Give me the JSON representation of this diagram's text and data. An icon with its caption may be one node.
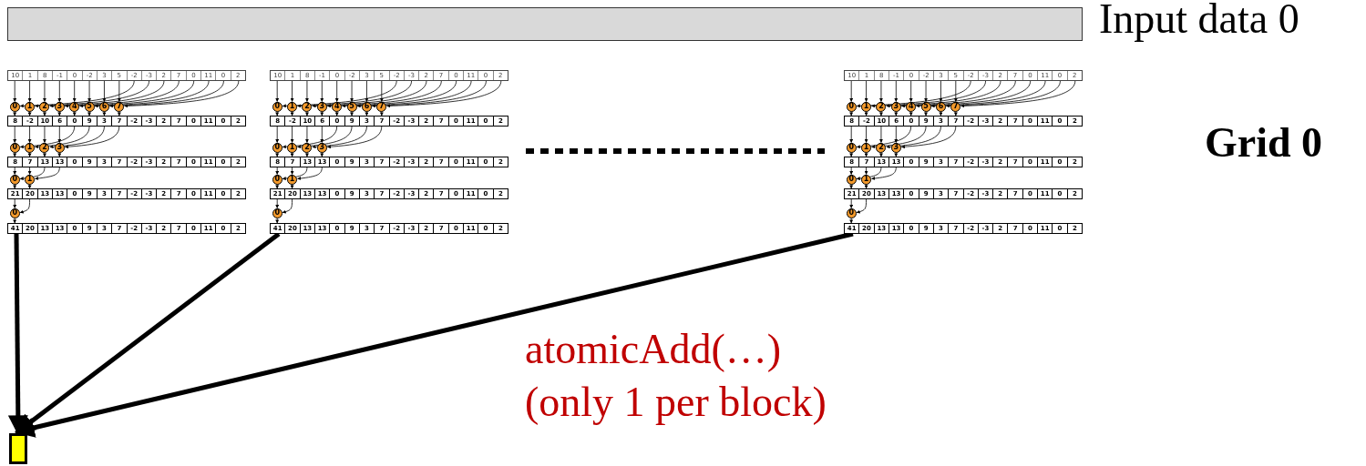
{
  "diagram": {
    "nodes": [
      {
        "text": [],
        "shape": "bar",
        "beside": [
          "Input data 0"
        ]
      },
      {
        "text": [
          "10",
          "1",
          "8",
          "-1",
          "0",
          "-2",
          "3",
          "5",
          "-2",
          "-3",
          "2",
          "7",
          "0",
          "11",
          "0",
          "2"
        ]
      },
      {
        "text": [
          "0"
        ]
      },
      {
        "text": [
          "1"
        ]
      },
      {
        "text": [
          "2"
        ]
      },
      {
        "text": [
          "3"
        ]
      },
      {
        "text": [
          "4"
        ]
      },
      {
        "text": [
          "5"
        ]
      },
      {
        "text": [
          "6"
        ]
      },
      {
        "text": [
          "7"
        ]
      },
      {
        "text": [
          "8",
          "-2",
          "10",
          "6",
          "0",
          "9",
          "3",
          "7",
          "-2",
          "-3",
          "2",
          "7",
          "0",
          "11",
          "0",
          "2"
        ]
      },
      {
        "text": [
          "0"
        ]
      },
      {
        "text": [
          "1"
        ]
      },
      {
        "text": [
          "2"
        ]
      },
      {
        "text": [
          "3"
        ]
      },
      {
        "text": [
          "8",
          "7",
          "13",
          "13",
          "0",
          "9",
          "3",
          "7",
          "-2",
          "-3",
          "2",
          "7",
          "0",
          "11",
          "0",
          "2"
        ]
      },
      {
        "text": [
          "0"
        ]
      },
      {
        "text": [
          "1"
        ]
      },
      {
        "text": [
          "21",
          "20",
          "13",
          "13",
          "0",
          "9",
          "3",
          "7",
          "-2",
          "-3",
          "2",
          "7",
          "0",
          "11",
          "0",
          "2"
        ]
      },
      {
        "text": [
          "0"
        ]
      },
      {
        "text": [
          "41",
          "20",
          "13",
          "13",
          "0",
          "9",
          "3",
          "7",
          "-2",
          "-3",
          "2",
          "7",
          "0",
          "11",
          "0",
          "2"
        ]
      },
      {
        "text": [
          "10",
          "1",
          "8",
          "-1",
          "0",
          "-2",
          "3",
          "5",
          "-2",
          "-3",
          "2",
          "7",
          "0",
          "11",
          "0",
          "2"
        ]
      },
      {
        "text": [
          "0"
        ]
      },
      {
        "text": [
          "1"
        ]
      },
      {
        "text": [
          "2"
        ]
      },
      {
        "text": [
          "3"
        ]
      },
      {
        "text": [
          "4"
        ]
      },
      {
        "text": [
          "5"
        ]
      },
      {
        "text": [
          "6"
        ]
      },
      {
        "text": [
          "7"
        ]
      },
      {
        "text": [
          "8",
          "-2",
          "10",
          "6",
          "0",
          "9",
          "3",
          "7",
          "-2",
          "-3",
          "2",
          "7",
          "0",
          "11",
          "0",
          "2"
        ]
      },
      {
        "text": [
          "0"
        ]
      },
      {
        "text": [
          "1"
        ]
      },
      {
        "text": [
          "2"
        ]
      },
      {
        "text": [
          "3"
        ]
      },
      {
        "text": [
          "8",
          "7",
          "13",
          "13",
          "0",
          "9",
          "3",
          "7",
          "-2",
          "-3",
          "2",
          "7",
          "0",
          "11",
          "0",
          "2"
        ]
      },
      {
        "text": [
          "0"
        ]
      },
      {
        "text": [
          "1"
        ]
      },
      {
        "text": [
          "21",
          "20",
          "13",
          "13",
          "0",
          "9",
          "3",
          "7",
          "-2",
          "-3",
          "2",
          "7",
          "0",
          "11",
          "0",
          "2"
        ]
      },
      {
        "text": [
          "0"
        ]
      },
      {
        "text": [
          "41",
          "20",
          "13",
          "13",
          "0",
          "9",
          "3",
          "7",
          "-2",
          "-3",
          "2",
          "7",
          "0",
          "11",
          "0",
          "2"
        ]
      },
      {
        "text": [
          "10",
          "1",
          "8",
          "-1",
          "0",
          "-2",
          "3",
          "5",
          "-2",
          "-3",
          "2",
          "7",
          "0",
          "11",
          "0",
          "2"
        ]
      },
      {
        "text": [
          "0"
        ]
      },
      {
        "text": [
          "1"
        ]
      },
      {
        "text": [
          "2"
        ]
      },
      {
        "text": [
          "3"
        ]
      },
      {
        "text": [
          "4"
        ]
      },
      {
        "text": [
          "5"
        ]
      },
      {
        "text": [
          "6"
        ]
      },
      {
        "text": [
          "7"
        ]
      },
      {
        "text": [
          "8",
          "-2",
          "10",
          "6",
          "0",
          "9",
          "3",
          "7",
          "-2",
          "-3",
          "2",
          "7",
          "0",
          "11",
          "0",
          "2"
        ]
      },
      {
        "text": [
          "0"
        ]
      },
      {
        "text": [
          "1"
        ]
      },
      {
        "text": [
          "2"
        ]
      },
      {
        "text": [
          "3"
        ]
      },
      {
        "text": [
          "8",
          "7",
          "13",
          "13",
          "0",
          "9",
          "3",
          "7",
          "-2",
          "-3",
          "2",
          "7",
          "0",
          "11",
          "0",
          "2"
        ]
      },
      {
        "text": [
          "0"
        ]
      },
      {
        "text": [
          "1"
        ]
      },
      {
        "text": [
          "21",
          "20",
          "13",
          "13",
          "0",
          "9",
          "3",
          "7",
          "-2",
          "-3",
          "2",
          "7",
          "0",
          "11",
          "0",
          "2"
        ]
      },
      {
        "text": [
          "0"
        ]
      },
      {
        "text": [
          "41",
          "20",
          "13",
          "13",
          "0",
          "9",
          "3",
          "7",
          "-2",
          "-3",
          "2",
          "7",
          "0",
          "11",
          "0",
          "2"
        ]
      },
      {
        "text": [],
        "shape": "box"
      }
    ],
    "edges": [
      {
        "from": 1,
        "to": 2,
        "arrow": "to"
      },
      {
        "from": 1,
        "to": 2,
        "arrow": "to"
      },
      {
        "from": 2,
        "to": 10,
        "arrow": "to"
      },
      {
        "from": 1,
        "to": 3,
        "arrow": "to"
      },
      {
        "from": 1,
        "to": 3,
        "arrow": "to"
      },
      {
        "from": 3,
        "to": 10,
        "arrow": "to"
      },
      {
        "from": 1,
        "to": 4,
        "arrow": "to"
      },
      {
        "from": 1,
        "to": 4,
        "arrow": "to"
      },
      {
        "from": 4,
        "to": 10,
        "arrow": "to"
      },
      {
        "from": 1,
        "to": 5,
        "arrow": "to"
      },
      {
        "from": 1,
        "to": 5,
        "arrow": "to"
      },
      {
        "from": 5,
        "to": 10,
        "arrow": "to"
      },
      {
        "from": 1,
        "to": 6,
        "arrow": "to"
      },
      {
        "from": 1,
        "to": 6,
        "arrow": "to"
      },
      {
        "from": 6,
        "to": 10,
        "arrow": "to"
      },
      {
        "from": 1,
        "to": 7,
        "arrow": "to"
      },
      {
        "from": 1,
        "to": 7,
        "arrow": "to"
      },
      {
        "from": 7,
        "to": 10,
        "arrow": "to"
      },
      {
        "from": 1,
        "to": 8,
        "arrow": "to"
      },
      {
        "from": 1,
        "to": 8,
        "arrow": "to"
      },
      {
        "from": 8,
        "to": 10,
        "arrow": "to"
      },
      {
        "from": 1,
        "to": 9,
        "arrow": "to"
      },
      {
        "from": 1,
        "to": 9,
        "arrow": "to"
      },
      {
        "from": 9,
        "to": 10,
        "arrow": "to"
      },
      {
        "from": 10,
        "to": 11,
        "arrow": "to"
      },
      {
        "from": 10,
        "to": 11,
        "arrow": "to"
      },
      {
        "from": 11,
        "to": 15,
        "arrow": "to"
      },
      {
        "from": 10,
        "to": 12,
        "arrow": "to"
      },
      {
        "from": 10,
        "to": 12,
        "arrow": "to"
      },
      {
        "from": 12,
        "to": 15,
        "arrow": "to"
      },
      {
        "from": 10,
        "to": 13,
        "arrow": "to"
      },
      {
        "from": 10,
        "to": 13,
        "arrow": "to"
      },
      {
        "from": 13,
        "to": 15,
        "arrow": "to"
      },
      {
        "from": 10,
        "to": 14,
        "arrow": "to"
      },
      {
        "from": 10,
        "to": 14,
        "arrow": "to"
      },
      {
        "from": 14,
        "to": 15,
        "arrow": "to"
      },
      {
        "from": 15,
        "to": 16,
        "arrow": "to"
      },
      {
        "from": 15,
        "to": 16,
        "arrow": "to"
      },
      {
        "from": 16,
        "to": 18,
        "arrow": "to"
      },
      {
        "from": 15,
        "to": 17,
        "arrow": "to"
      },
      {
        "from": 15,
        "to": 17,
        "arrow": "to"
      },
      {
        "from": 17,
        "to": 18,
        "arrow": "to"
      },
      {
        "from": 18,
        "to": 19,
        "arrow": "to"
      },
      {
        "from": 18,
        "to": 19,
        "arrow": "to"
      },
      {
        "from": 19,
        "to": 20,
        "arrow": "to"
      },
      {
        "from": 21,
        "to": 22,
        "arrow": "to"
      },
      {
        "from": 21,
        "to": 22,
        "arrow": "to"
      },
      {
        "from": 22,
        "to": 30,
        "arrow": "to"
      },
      {
        "from": 21,
        "to": 23,
        "arrow": "to"
      },
      {
        "from": 21,
        "to": 23,
        "arrow": "to"
      },
      {
        "from": 23,
        "to": 30,
        "arrow": "to"
      },
      {
        "from": 21,
        "to": 24,
        "arrow": "to"
      },
      {
        "from": 21,
        "to": 24,
        "arrow": "to"
      },
      {
        "from": 24,
        "to": 30,
        "arrow": "to"
      },
      {
        "from": 21,
        "to": 25,
        "arrow": "to"
      },
      {
        "from": 21,
        "to": 25,
        "arrow": "to"
      },
      {
        "from": 25,
        "to": 30,
        "arrow": "to"
      },
      {
        "from": 21,
        "to": 26,
        "arrow": "to"
      },
      {
        "from": 21,
        "to": 26,
        "arrow": "to"
      },
      {
        "from": 26,
        "to": 30,
        "arrow": "to"
      },
      {
        "from": 21,
        "to": 27,
        "arrow": "to"
      },
      {
        "from": 21,
        "to": 27,
        "arrow": "to"
      },
      {
        "from": 27,
        "to": 30,
        "arrow": "to"
      },
      {
        "from": 21,
        "to": 28,
        "arrow": "to"
      },
      {
        "from": 21,
        "to": 28,
        "arrow": "to"
      },
      {
        "from": 28,
        "to": 30,
        "arrow": "to"
      },
      {
        "from": 21,
        "to": 29,
        "arrow": "to"
      },
      {
        "from": 21,
        "to": 29,
        "arrow": "to"
      },
      {
        "from": 29,
        "to": 30,
        "arrow": "to"
      },
      {
        "from": 30,
        "to": 31,
        "arrow": "to"
      },
      {
        "from": 30,
        "to": 31,
        "arrow": "to"
      },
      {
        "from": 31,
        "to": 35,
        "arrow": "to"
      },
      {
        "from": 30,
        "to": 32,
        "arrow": "to"
      },
      {
        "from": 30,
        "to": 32,
        "arrow": "to"
      },
      {
        "from": 32,
        "to": 35,
        "arrow": "to"
      },
      {
        "from": 30,
        "to": 33,
        "arrow": "to"
      },
      {
        "from": 30,
        "to": 33,
        "arrow": "to"
      },
      {
        "from": 33,
        "to": 35,
        "arrow": "to"
      },
      {
        "from": 30,
        "to": 34,
        "arrow": "to"
      },
      {
        "from": 30,
        "to": 34,
        "arrow": "to"
      },
      {
        "from": 34,
        "to": 35,
        "arrow": "to"
      },
      {
        "from": 35,
        "to": 36,
        "arrow": "to"
      },
      {
        "from": 35,
        "to": 36,
        "arrow": "to"
      },
      {
        "from": 36,
        "to": 38,
        "arrow": "to"
      },
      {
        "from": 35,
        "to": 37,
        "arrow": "to"
      },
      {
        "from": 35,
        "to": 37,
        "arrow": "to"
      },
      {
        "from": 37,
        "to": 38,
        "arrow": "to"
      },
      {
        "from": 38,
        "to": 39,
        "arrow": "to"
      },
      {
        "from": 38,
        "to": 39,
        "arrow": "to"
      },
      {
        "from": 39,
        "to": 40,
        "arrow": "to"
      },
      {
        "from": 41,
        "to": 42,
        "arrow": "to"
      },
      {
        "from": 41,
        "to": 42,
        "arrow": "to"
      },
      {
        "from": 42,
        "to": 50,
        "arrow": "to"
      },
      {
        "from": 41,
        "to": 43,
        "arrow": "to"
      },
      {
        "from": 41,
        "to": 43,
        "arrow": "to"
      },
      {
        "from": 43,
        "to": 50,
        "arrow": "to"
      },
      {
        "from": 41,
        "to": 44,
        "arrow": "to"
      },
      {
        "from": 41,
        "to": 44,
        "arrow": "to"
      },
      {
        "from": 44,
        "to": 50,
        "arrow": "to"
      },
      {
        "from": 41,
        "to": 45,
        "arrow": "to"
      },
      {
        "from": 41,
        "to": 45,
        "arrow": "to"
      },
      {
        "from": 45,
        "to": 50,
        "arrow": "to"
      },
      {
        "from": 41,
        "to": 46,
        "arrow": "to"
      },
      {
        "from": 41,
        "to": 46,
        "arrow": "to"
      },
      {
        "from": 46,
        "to": 50,
        "arrow": "to"
      },
      {
        "from": 41,
        "to": 47,
        "arrow": "to"
      },
      {
        "from": 41,
        "to": 47,
        "arrow": "to"
      },
      {
        "from": 47,
        "to": 50,
        "arrow": "to"
      },
      {
        "from": 41,
        "to": 48,
        "arrow": "to"
      },
      {
        "from": 41,
        "to": 48,
        "arrow": "to"
      },
      {
        "from": 48,
        "to": 50,
        "arrow": "to"
      },
      {
        "from": 41,
        "to": 49,
        "arrow": "to"
      },
      {
        "from": 41,
        "to": 49,
        "arrow": "to"
      },
      {
        "from": 49,
        "to": 50,
        "arrow": "to"
      },
      {
        "from": 50,
        "to": 51,
        "arrow": "to"
      },
      {
        "from": 50,
        "to": 51,
        "arrow": "to"
      },
      {
        "from": 51,
        "to": 55,
        "arrow": "to"
      },
      {
        "from": 50,
        "to": 52,
        "arrow": "to"
      },
      {
        "from": 50,
        "to": 52,
        "arrow": "to"
      },
      {
        "from": 52,
        "to": 55,
        "arrow": "to"
      },
      {
        "from": 50,
        "to": 53,
        "arrow": "to"
      },
      {
        "from": 50,
        "to": 53,
        "arrow": "to"
      },
      {
        "from": 53,
        "to": 55,
        "arrow": "to"
      },
      {
        "from": 50,
        "to": 54,
        "arrow": "to"
      },
      {
        "from": 50,
        "to": 54,
        "arrow": "to"
      },
      {
        "from": 54,
        "to": 55,
        "arrow": "to"
      },
      {
        "from": 55,
        "to": 56,
        "arrow": "to"
      },
      {
        "from": 55,
        "to": 56,
        "arrow": "to"
      },
      {
        "from": 56,
        "to": 58,
        "arrow": "to"
      },
      {
        "from": 55,
        "to": 57,
        "arrow": "to"
      },
      {
        "from": 55,
        "to": 57,
        "arrow": "to"
      },
      {
        "from": 57,
        "to": 58,
        "arrow": "to"
      },
      {
        "from": 58,
        "to": 59,
        "arrow": "to"
      },
      {
        "from": 58,
        "to": 59,
        "arrow": "to"
      },
      {
        "from": 59,
        "to": 60,
        "arrow": "to"
      },
      {
        "from": 20,
        "to": 61,
        "arrow": "to",
        "style": "thick"
      },
      {
        "from": 40,
        "to": 61,
        "arrow": "to",
        "style": "thick"
      },
      {
        "from": 60,
        "to": 61,
        "arrow": "to",
        "style": "thick"
      }
    ],
    "labels": [
      "Grid 0",
      "atomicAdd(…) (only 1 per block)"
    ]
  }
}
